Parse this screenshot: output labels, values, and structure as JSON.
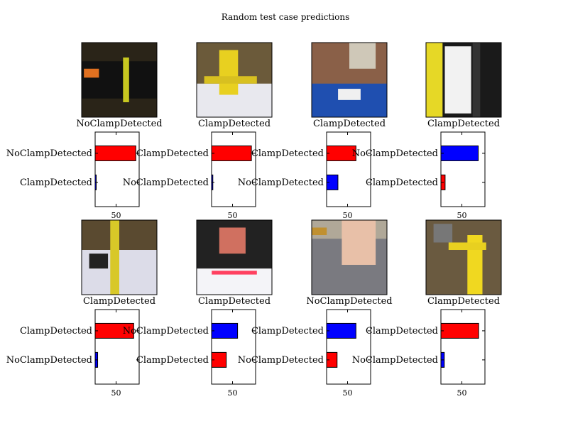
{
  "title": "Random test case predictions",
  "colors": {
    "red": "#ff0000",
    "blue": "#0000ff",
    "frame": "#000000"
  },
  "chart_data": [
    {
      "type": "bar",
      "image": "pipe with yellow marking on black tube",
      "title": "NoClampDetected",
      "categories": [
        "NoClampDetected",
        "ClampDetected"
      ],
      "values": [
        97,
        2
      ],
      "bar_colors": [
        "#ff0000",
        "#0000ff"
      ],
      "xticks": [
        50
      ],
      "xlim": [
        0,
        105
      ]
    },
    {
      "type": "bar",
      "image": "yellow clamp on pipe in dirt",
      "title": "ClampDetected",
      "categories": [
        "ClampDetected",
        "NoClampDetected"
      ],
      "values": [
        95,
        3
      ],
      "bar_colors": [
        "#ff0000",
        "#0000ff"
      ],
      "xticks": [
        50
      ],
      "xlim": [
        0,
        105
      ]
    },
    {
      "type": "bar",
      "image": "wrist watch and blue pipe",
      "title": "ClampDetected",
      "categories": [
        "ClampDetected",
        "NoClampDetected"
      ],
      "values": [
        70,
        27
      ],
      "bar_colors": [
        "#ff0000",
        "#0000ff"
      ],
      "xticks": [
        50
      ],
      "xlim": [
        0,
        105
      ]
    },
    {
      "type": "bar",
      "image": "barcode label close-up",
      "title": "ClampDetected",
      "categories": [
        "NoClampDetected",
        "ClampDetected"
      ],
      "values": [
        89,
        10
      ],
      "bar_colors": [
        "#0000ff",
        "#ff0000"
      ],
      "xticks": [
        50
      ],
      "xlim": [
        0,
        105
      ]
    },
    {
      "type": "bar",
      "image": "clamp on pipe with white sheet",
      "title": "ClampDetected",
      "categories": [
        "ClampDetected",
        "NoClampDetected"
      ],
      "values": [
        92,
        6
      ],
      "bar_colors": [
        "#ff0000",
        "#0000ff"
      ],
      "xticks": [
        50
      ],
      "xlim": [
        0,
        105
      ]
    },
    {
      "type": "bar",
      "image": "machinery with white cylinder",
      "title": "ClampDetected",
      "categories": [
        "NoClampDetected",
        "ClampDetected"
      ],
      "values": [
        62,
        35
      ],
      "bar_colors": [
        "#0000ff",
        "#ff0000"
      ],
      "xticks": [
        50
      ],
      "xlim": [
        0,
        105
      ]
    },
    {
      "type": "bar",
      "image": "floor with plastic box",
      "title": "NoClampDetected",
      "categories": [
        "ClampDetected",
        "NoClampDetected"
      ],
      "values": [
        70,
        25
      ],
      "bar_colors": [
        "#0000ff",
        "#ff0000"
      ],
      "xticks": [
        50
      ],
      "xlim": [
        0,
        105
      ]
    },
    {
      "type": "bar",
      "image": "yellow clamp on pipe with tools",
      "title": "ClampDetected",
      "categories": [
        "ClampDetected",
        "NoClampDetected"
      ],
      "values": [
        90,
        8
      ],
      "bar_colors": [
        "#ff0000",
        "#0000ff"
      ],
      "xticks": [
        50
      ],
      "xlim": [
        0,
        105
      ]
    }
  ]
}
